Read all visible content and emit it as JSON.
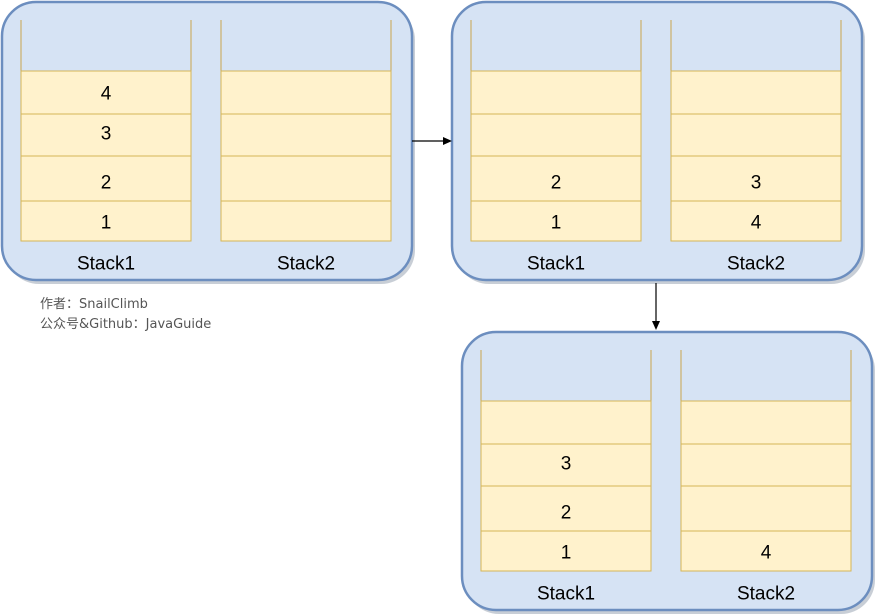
{
  "panels": [
    {
      "stacks": [
        {
          "label": "Stack1",
          "cells": [
            "4",
            "3",
            "2",
            "1"
          ]
        },
        {
          "label": "Stack2",
          "cells": [
            "",
            "",
            "",
            ""
          ]
        }
      ]
    },
    {
      "stacks": [
        {
          "label": "Stack1",
          "cells": [
            "",
            "",
            "2",
            "1"
          ]
        },
        {
          "label": "Stack2",
          "cells": [
            "",
            "",
            "3",
            "4"
          ]
        }
      ]
    },
    {
      "stacks": [
        {
          "label": "Stack1",
          "cells": [
            "",
            "3",
            "2",
            "1"
          ]
        },
        {
          "label": "Stack2",
          "cells": [
            "",
            "",
            "",
            "4"
          ]
        }
      ]
    }
  ],
  "caption": {
    "author": "作者：SnailClimb",
    "source": "公众号&Github：JavaGuide"
  },
  "colors": {
    "panel_fill": "#d6e3f4",
    "panel_stroke": "#6c8ebf",
    "cell_fill": "#fff2cc",
    "cell_stroke": "#d6b656"
  }
}
